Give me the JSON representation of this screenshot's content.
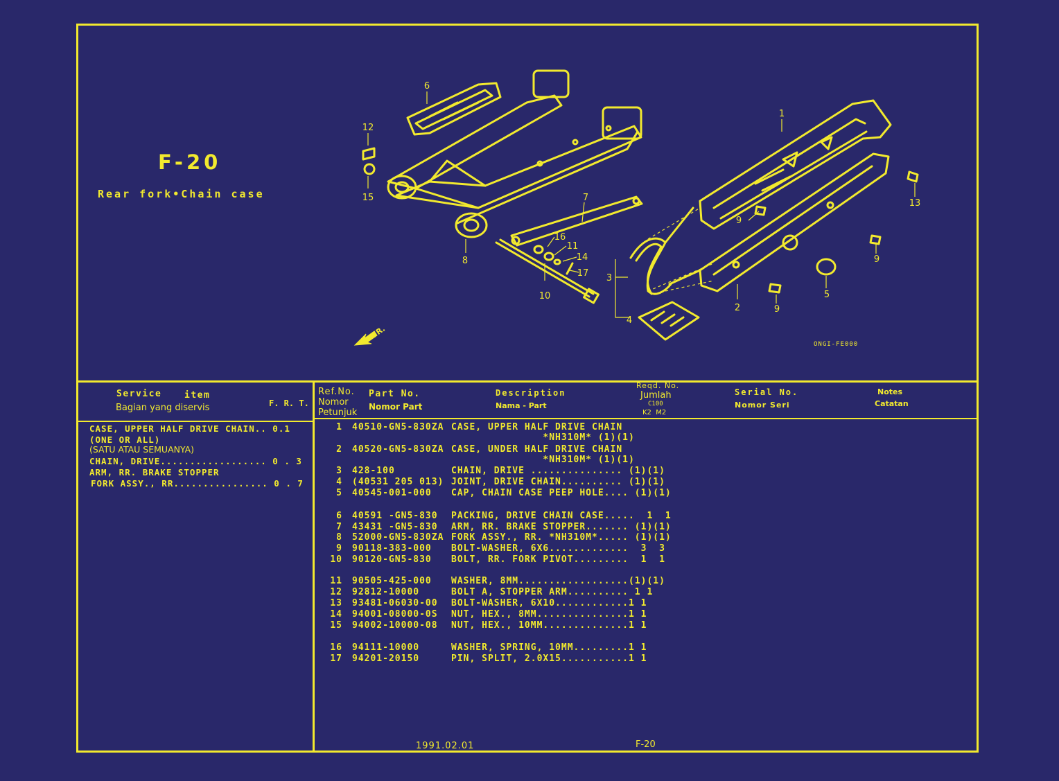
{
  "page": {
    "code": "F-20",
    "title": "Rear fork•Chain case"
  },
  "diagram": {
    "callouts": [
      "1",
      "2",
      "3",
      "4",
      "5",
      "6",
      "7",
      "8",
      "9",
      "9",
      "9",
      "10",
      "11",
      "12",
      "13",
      "14",
      "15",
      "16",
      "17"
    ],
    "front_arrow": "FR.",
    "drawing_id": "ONGI-FE000"
  },
  "service": {
    "header_1": "Service",
    "header_2": "item",
    "header_3": "Bagian yang diservis",
    "frt_header": "F. R. T.",
    "lines": [
      "CASE, UPPER HALF DRIVE CHAIN.. 0.1",
      "(ONE OR ALL)",
      "(SATU ATAU SEMUANYA)",
      "CHAIN, DRIVE.................. 0 . 3",
      "ARM, RR. BRAKE STOPPER",
      "FORK ASSY., RR................ 0 . 7"
    ]
  },
  "parts_table": {
    "headers": {
      "ref_1": "Ref.No.",
      "ref_2": "Nomor",
      "ref_3": "Petunjuk",
      "part_1": "Part No.",
      "part_2": "Nomor Part",
      "desc_1": "Description",
      "desc_2": "Nama - Part",
      "reqd_1": "Reqd. No.",
      "reqd_2": "Jumlah",
      "reqd_3": "C100",
      "reqd_4": "K2  M2",
      "serial_1": "Serial No.",
      "serial_2": "Nomor Seri",
      "notes_1": "Notes",
      "notes_2": "Catatan"
    },
    "rows": [
      {
        "ref": "1",
        "part": "40510-GN5-830ZA",
        "desc": "CASE, UPPER HALF DRIVE CHAIN"
      },
      {
        "ref": "",
        "part": "",
        "desc": "               *NH310M* (1)(1)"
      },
      {
        "ref": "2",
        "part": "40520-GN5-830ZA",
        "desc": "CASE, UNDER HALF DRIVE CHAIN"
      },
      {
        "ref": "",
        "part": "",
        "desc": "               *NH310M* (1)(1)"
      },
      {
        "ref": "3",
        "part": "428-100",
        "desc": "CHAIN, DRIVE ............... (1)(1)"
      },
      {
        "ref": "4",
        "part": "(40531 205 013)",
        "desc": "JOINT, DRIVE CHAIN.......... (1)(1)"
      },
      {
        "ref": "5",
        "part": "40545-001-000",
        "desc": "CAP, CHAIN CASE PEEP HOLE.... (1)(1)"
      },
      {
        "ref": "6",
        "part": "40591 -GN5-830",
        "desc": "PACKING, DRIVE CHAIN CASE.....  1  1"
      },
      {
        "ref": "7",
        "part": "43431 -GN5-830",
        "desc": "ARM, RR. BRAKE STOPPER....... (1)(1)"
      },
      {
        "ref": "8",
        "part": "52000-GN5-830ZA",
        "desc": "FORK ASSY., RR. *NH310M*..... (1)(1)"
      },
      {
        "ref": "9",
        "part": "90118-383-000",
        "desc": "BOLT-WASHER, 6X6.............  3  3"
      },
      {
        "ref": "10",
        "part": "90120-GN5-830",
        "desc": "BOLT, RR. FORK PIVOT.........  1  1"
      },
      {
        "ref": "11",
        "part": "90505-425-000",
        "desc": "WASHER, 8MM..................(1)(1)"
      },
      {
        "ref": "12",
        "part": "92812-10000",
        "desc": "BOLT A, STOPPER ARM.......... 1 1"
      },
      {
        "ref": "13",
        "part": "93481-06030-00",
        "desc": "BOLT-WASHER, 6X10............1 1"
      },
      {
        "ref": "14",
        "part": "94001-08000-0S",
        "desc": "NUT, HEX., 8MM...............1 1"
      },
      {
        "ref": "15",
        "part": "94002-10000-08",
        "desc": "NUT, HEX., 10MM..............1 1"
      },
      {
        "ref": "16",
        "part": "94111-10000",
        "desc": "WASHER, SPRING, 10MM.........1 1"
      },
      {
        "ref": "17",
        "part": "94201-20150",
        "desc": "PIN, SPLIT, 2.0X15...........1 1"
      }
    ]
  },
  "footer": {
    "date": "1991.02.01",
    "page_code": "F-20"
  },
  "colors": {
    "background": "#29286a",
    "ink": "#f2ea2e"
  }
}
